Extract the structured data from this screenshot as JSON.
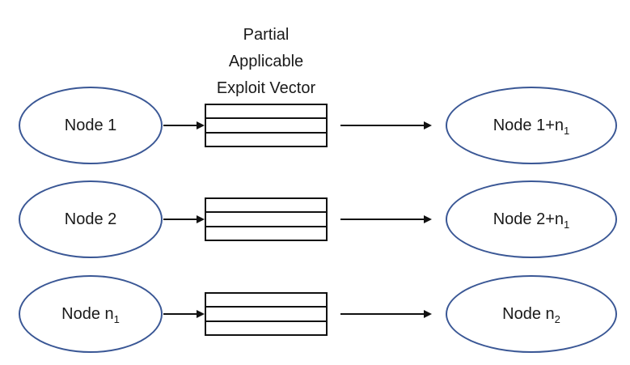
{
  "header": {
    "lines": [
      "Partial",
      "Applicable",
      "Exploit Vector"
    ]
  },
  "rows": [
    {
      "source": {
        "text": "Node 1",
        "sub": ""
      },
      "target": {
        "text": "Node 1+n",
        "sub": "1"
      }
    },
    {
      "source": {
        "text": "Node 2",
        "sub": ""
      },
      "target": {
        "text": "Node 2+n",
        "sub": "1"
      }
    },
    {
      "source": {
        "text": "Node n",
        "sub": "1"
      },
      "target": {
        "text": "Node n",
        "sub": "2"
      }
    }
  ],
  "exploit_vector_box": {
    "cell_count": 3
  },
  "colors": {
    "ellipse_stroke": "#3A5795",
    "line": "#111111",
    "background": "#FFFFFF"
  }
}
